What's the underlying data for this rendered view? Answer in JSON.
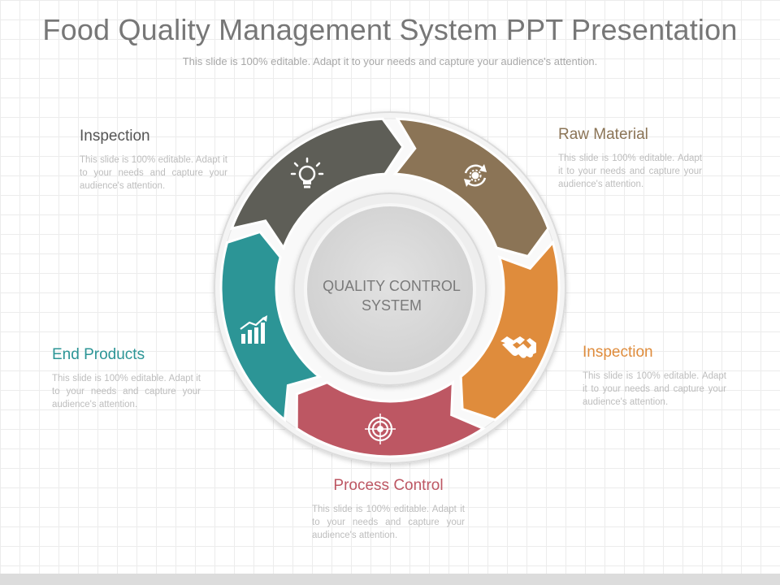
{
  "title": "Food Quality Management System PPT Presentation",
  "subtitle": "This slide is 100% editable. Adapt it to your needs and capture your audience's attention.",
  "center": {
    "line1": "QUALITY CONTROL",
    "line2": "SYSTEM"
  },
  "items": [
    {
      "heading": "Inspection",
      "body": "This slide is 100% editable. Adapt it to your needs and capture your audience's attention.",
      "color": "#5e5e57"
    },
    {
      "heading": "Raw Material",
      "body": "This slide is 100% editable. Adapt it to your needs and capture your audience's attention.",
      "color": "#8b7456"
    },
    {
      "heading": "Inspection",
      "body": "This slide is 100% editable. Adapt it to your needs and capture your audience's attention.",
      "color": "#df8c3c"
    },
    {
      "heading": "Process Control",
      "body": "This slide is 100% editable. Adapt it to your needs and capture your audience's attention.",
      "color": "#bd5763"
    },
    {
      "heading": "End Products",
      "body": "This slide is 100% editable. Adapt it to your needs and capture your audience's attention.",
      "color": "#2c9596"
    }
  ],
  "segments": [
    {
      "icon": "lightbulb-icon",
      "color": "#5e5e57"
    },
    {
      "icon": "refresh-gear-icon",
      "color": "#8b7456"
    },
    {
      "icon": "handshake-icon",
      "color": "#df8c3c"
    },
    {
      "icon": "target-icon",
      "color": "#bd5763"
    },
    {
      "icon": "growth-chart-icon",
      "color": "#2c9596"
    }
  ]
}
